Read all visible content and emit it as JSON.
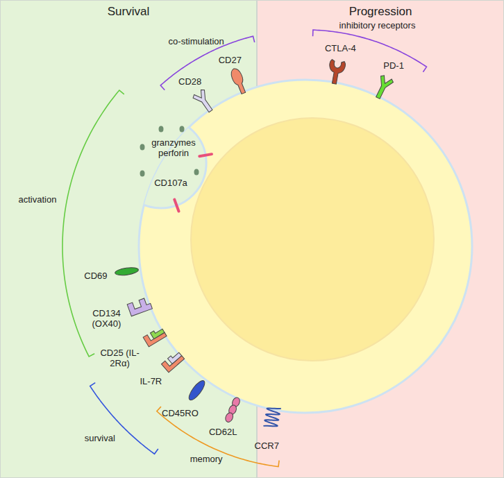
{
  "diagram": {
    "nodes": [
      {
        "text": [
          "Survival"
        ]
      },
      {
        "text": [
          "Progression"
        ]
      }
    ],
    "labels": [
      "co-stimulation",
      "CD28",
      "CD27",
      "inhibitory receptors",
      "CTLA-4",
      "PD-1",
      "activation",
      "granzymes perforin",
      "CD107a",
      "CD69",
      "CD134 (OX40)",
      "CD25 (IL-2Rα)",
      "IL-7R",
      "survival",
      "CD45RO",
      "CD62L",
      "CCR7",
      "memory"
    ]
  }
}
